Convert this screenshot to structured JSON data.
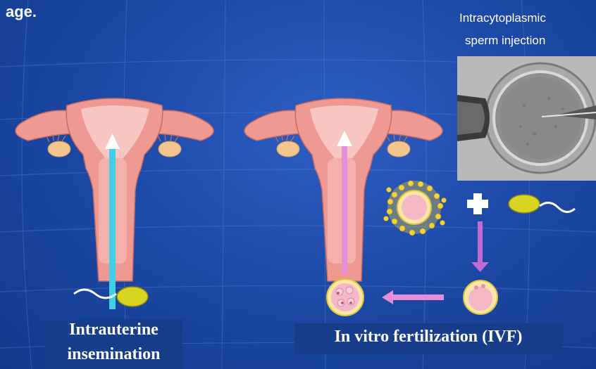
{
  "slide": {
    "top_text": "age.",
    "icsi_label_line1": "Intracytoplasmic",
    "icsi_label_line2": "sperm injection",
    "iui_label_line1": "Intrauterine",
    "iui_label_line2": "insemination",
    "ivf_label": "In vitro fertilization (IVF)"
  },
  "colors": {
    "background": "#1d4aa8",
    "uterus_fill": "#ee9a93",
    "uterus_inner": "#f7c6c0",
    "ovary": "#f3c68f",
    "iui_arrow": "#3fd0e8",
    "ivf_arrow": "#e48fd8",
    "egg_corona": "#f2d23a",
    "sperm_head": "#d8d422",
    "text_box": "#163e8a"
  },
  "icons": [
    "uterus-diagram",
    "sperm-icon",
    "egg-icon",
    "plus-icon",
    "arrow-icon",
    "microscope-photo"
  ]
}
